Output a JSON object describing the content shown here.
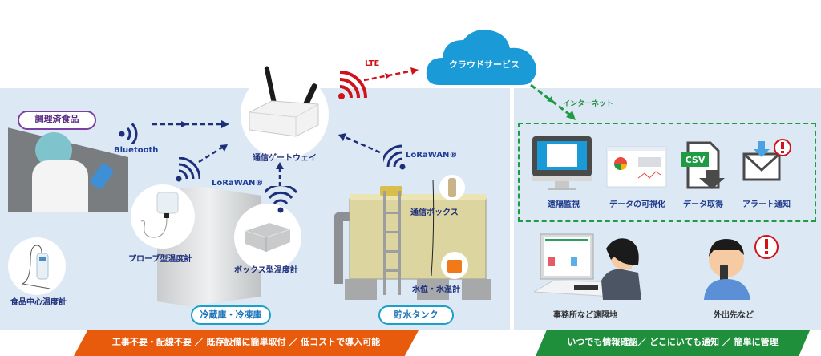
{
  "colors": {
    "panel_bg": "#dde8f5",
    "navy": "#1e2f7a",
    "lte_red": "#d0121b",
    "cloud_blue": "#1a9ad6",
    "internet_green": "#1f9a45",
    "banner_orange": "#e85a0c",
    "banner_green": "#1f8f3c"
  },
  "cloud": {
    "label": "クラウドサービス"
  },
  "lte": {
    "label": "LTE"
  },
  "internet": {
    "label": "インターネット"
  },
  "gateway": {
    "label": "通信ゲートウェイ"
  },
  "left": {
    "cooked_food": {
      "label": "調理済食品"
    },
    "bluetooth": {
      "label": "Bluetooth"
    },
    "core_thermometer": {
      "label": "食品中心温度計"
    },
    "lorawan_fridge": {
      "label": "LoRaWAN®"
    },
    "probe_sensor": {
      "label": "プローブ型温度計"
    },
    "box_sensor": {
      "label": "ボックス型温度計"
    },
    "fridge": {
      "label": "冷蔵庫・冷凍庫"
    },
    "lorawan_tank": {
      "label": "LoRaWAN®"
    },
    "comm_box": {
      "label": "通信ボックス"
    },
    "level_sensor": {
      "label": "水位・水温計"
    },
    "tank": {
      "label": "貯水タンク"
    }
  },
  "right": {
    "features": [
      {
        "label": "遠隔監視",
        "icon": "monitor-icon"
      },
      {
        "label": "データの可視化",
        "icon": "chart-window-icon"
      },
      {
        "label": "データ取得",
        "icon": "csv-download-icon"
      },
      {
        "label": "アラート通知",
        "icon": "mail-alert-icon"
      }
    ],
    "office": {
      "label": "事務所など遠隔地"
    },
    "outside": {
      "label": "外出先など"
    }
  },
  "banners": {
    "left": "工事不要・配線不要 ／ 既存設備に簡単取付 ／ 低コストで導入可能",
    "right": "いつでも情報確認／ どこにいても通知 ／ 簡単に管理"
  }
}
